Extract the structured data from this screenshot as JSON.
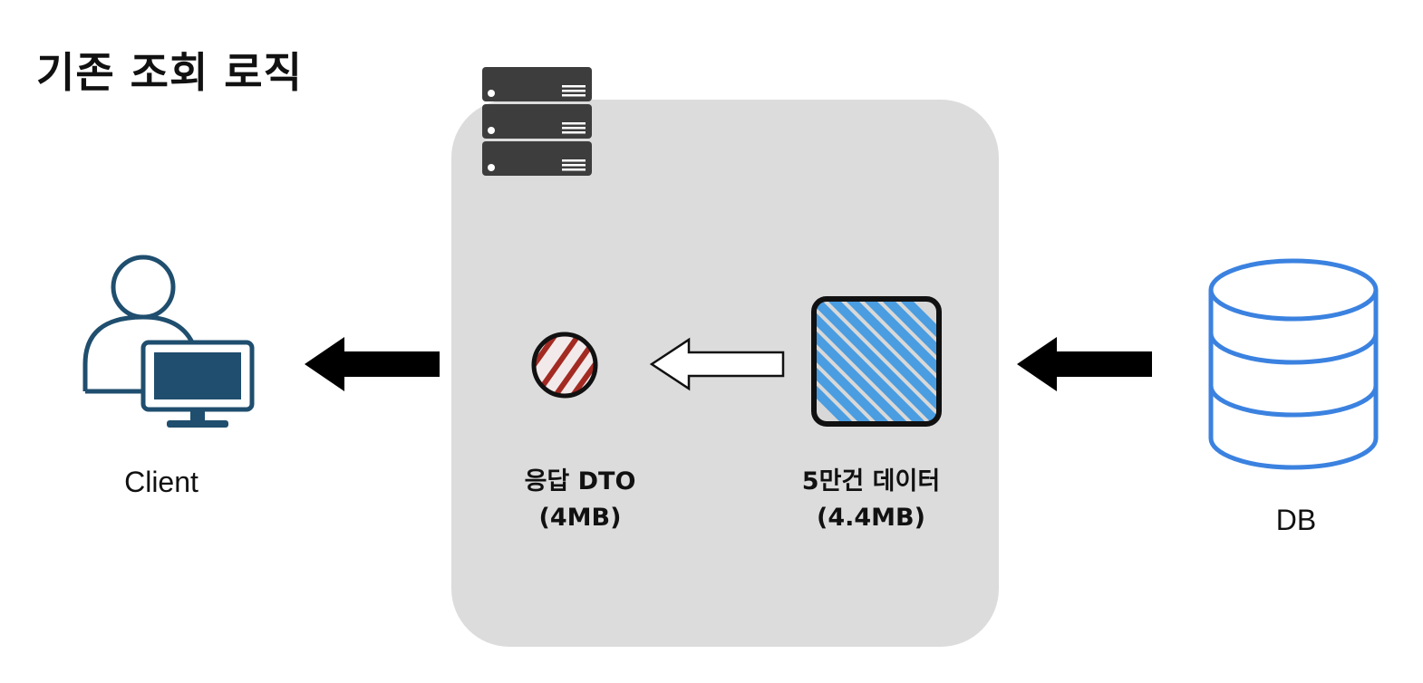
{
  "title": "기존 조회 로직",
  "nodes": {
    "client": {
      "label": "Client"
    },
    "response_dto": {
      "label_line1": "응답 DTO",
      "label_line2": "(4MB)"
    },
    "data": {
      "label_line1": "5만건 데이터",
      "label_line2": "(4.4MB)"
    },
    "db": {
      "label": "DB"
    }
  },
  "icons": {
    "client": "user-computer-icon",
    "server": "server-rack-icon",
    "response_dto": "hatched-circle-icon",
    "data": "hatched-square-icon",
    "db": "database-icon"
  },
  "colors": {
    "server_bg": "#dcdcdc",
    "client_icon": "#1f4e6e",
    "db_icon": "#3b82e0",
    "data_hatch": "#4a9de0",
    "dto_hatch": "#a32a22",
    "arrow": "#000000"
  }
}
